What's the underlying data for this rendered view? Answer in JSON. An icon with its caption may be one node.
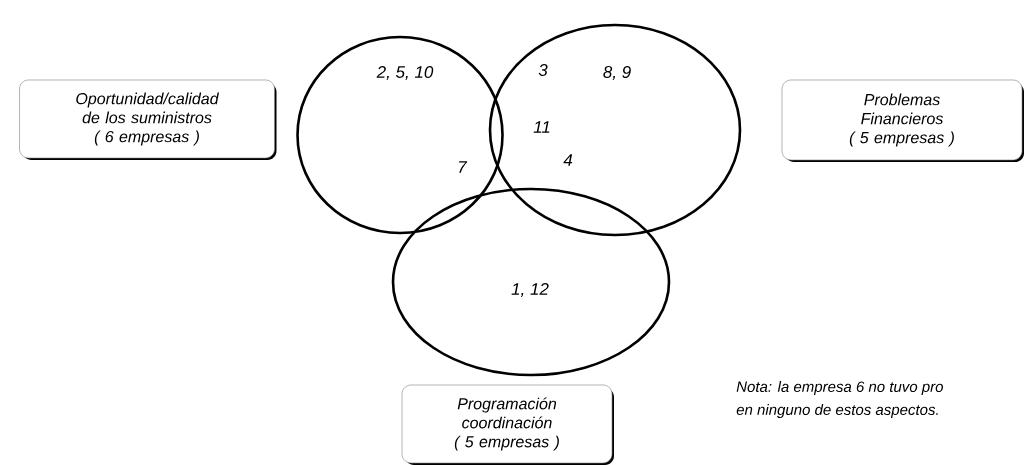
{
  "diagram": {
    "nodes": [
      {
        "text": [
          "Oportunidad/calidad de los suministros",
          "( 6 empresas )"
        ]
      },
      {
        "text": [
          "Problemas Financieros",
          "( 5 empresas )"
        ]
      },
      {
        "text": [
          "Programación coordinación",
          "( 5 empresas )"
        ]
      },
      {
        "text": [],
        "shape": "circle"
      },
      {
        "text": [],
        "shape": "circle"
      },
      {
        "text": [],
        "shape": "circle"
      }
    ],
    "edges": [],
    "labels": [
      "2, 5, 10",
      "3",
      "8, 9",
      "11",
      "7",
      "4",
      "1, 12",
      "Nota: la empresa 6 no tuvo pro",
      "en ninguno de estos aspectos."
    ]
  }
}
